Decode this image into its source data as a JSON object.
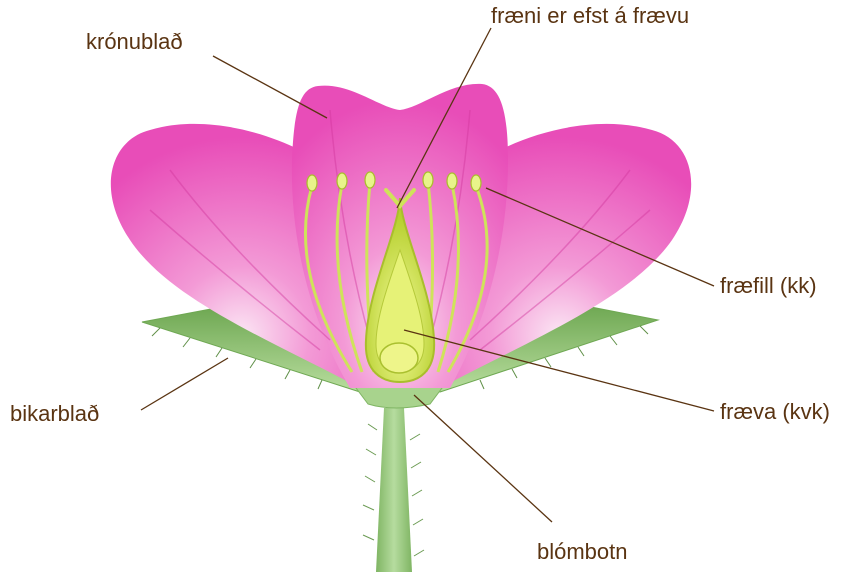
{
  "diagram": {
    "labels": {
      "petal": "krónublað",
      "stigma": "fræni er efst á frævu",
      "stamen": "fræfill (kk)",
      "pistil": "fræva (kvk)",
      "sepal": "bikarblað",
      "receptacle": "blómbotn"
    },
    "colors": {
      "petal": "#ee5cc0",
      "petal_dark": "#d2389e",
      "sepal": "#8fc46f",
      "stem": "#9fcf85",
      "stamen": "#d9ec6b",
      "ovary": "#d7e95a",
      "label": "#5a3412"
    }
  }
}
